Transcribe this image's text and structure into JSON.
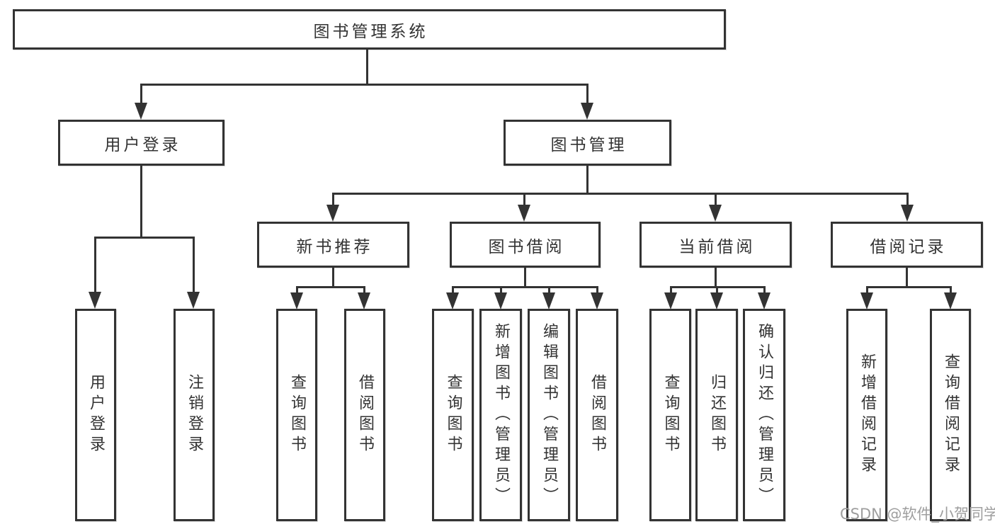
{
  "diagram": {
    "type": "hierarchy-tree",
    "tree": {
      "root": {
        "label": "图书管理系统"
      },
      "branches": [
        {
          "label": "用户登录",
          "children": [
            {
              "label": "用户登录"
            },
            {
              "label": "注销登录"
            }
          ]
        },
        {
          "label": "图书管理",
          "sections": [
            {
              "label": "新书推荐",
              "children": [
                {
                  "label": "查询图书"
                },
                {
                  "label": "借阅图书"
                }
              ]
            },
            {
              "label": "图书借阅",
              "children": [
                {
                  "label": "查询图书"
                },
                {
                  "label": "新增图书（管理员）"
                },
                {
                  "label": "编辑图书（管理员）"
                },
                {
                  "label": "借阅图书"
                }
              ]
            },
            {
              "label": "当前借阅",
              "children": [
                {
                  "label": "查询图书"
                },
                {
                  "label": "归还图书"
                },
                {
                  "label": "确认归还（管理员）"
                }
              ]
            },
            {
              "label": "借阅记录",
              "children": [
                {
                  "label": "新增借阅记录"
                },
                {
                  "label": "查询借阅记录"
                }
              ]
            }
          ]
        }
      ]
    },
    "colors": {
      "line": "#333333",
      "box_border": "#333333",
      "box_fill": "#ffffff",
      "text": "#333333",
      "background": "#ffffff",
      "watermark": "#9e9e9e"
    }
  },
  "watermark": {
    "text": "CSDN @软件_小贺同学"
  }
}
